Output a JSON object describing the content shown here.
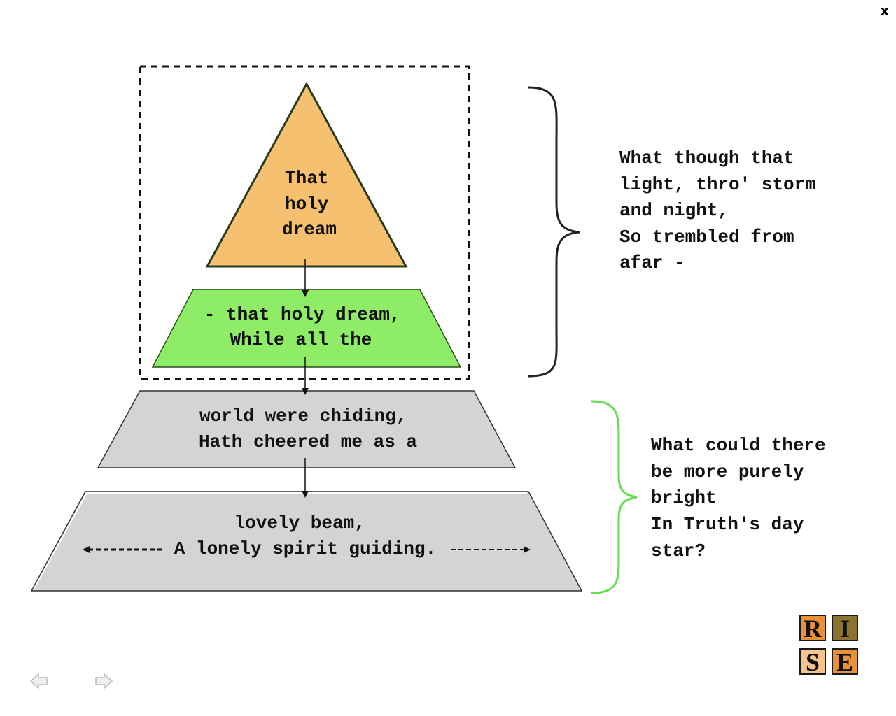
{
  "close": {
    "label": "x"
  },
  "diagram": {
    "triangle": {
      "lines": [
        "That",
        "holy",
        "dream"
      ],
      "color": "#f5c06f"
    },
    "green_trapezoid": {
      "lines": [
        "- that holy dream,",
        "While all the"
      ],
      "color": "#8fec66"
    },
    "gray_trapezoid": {
      "lines": [
        "world were chiding,",
        "Hath cheered me as a"
      ],
      "color": "#d4d4d4"
    },
    "base_trapezoid": {
      "lines": [
        "lovely beam,",
        "A lonely spirit guiding."
      ],
      "color": "#d4d4d4"
    },
    "brace_top": {
      "color": "#222222",
      "lines": [
        "What though that",
        "light, thro' storm",
        "and night,",
        "So trembled from",
        "afar -"
      ]
    },
    "brace_bottom": {
      "color": "#66dd55",
      "lines": [
        "What could there",
        "be more purely",
        "bright",
        "In Truth's day",
        "star?"
      ]
    }
  },
  "nav": {
    "prev_icon": "arrow-left-icon",
    "next_icon": "arrow-right-icon"
  },
  "logo": {
    "tiles": [
      "R",
      "I",
      "S",
      "E"
    ]
  }
}
